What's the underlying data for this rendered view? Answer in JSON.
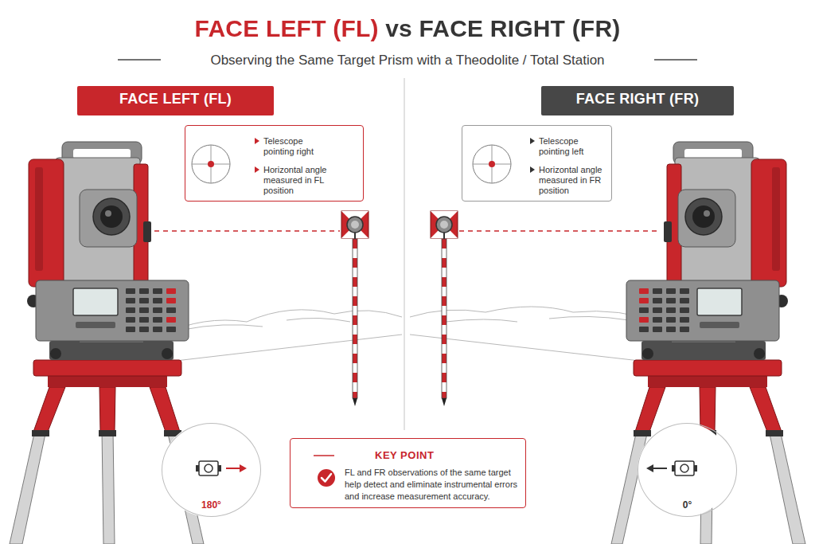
{
  "diagram": {
    "title": "FACE LEFT (FL) vs FACE RIGHT (FR)",
    "caption": "Observing the Same Target Prism with a Theodolite / Total Station",
    "nodes": [
      {
        "text": [
          "FACE LEFT (FL)"
        ]
      },
      {
        "text": [
          "FACE RIGHT (FR)"
        ]
      },
      {
        "text": [
          "Telescope pointing right",
          "Horizontal angle measured in FL position"
        ]
      },
      {
        "text": [
          "Telescope pointing left",
          "Horizontal angle measured in FR position"
        ]
      },
      {
        "text": [
          "180°"
        ]
      },
      {
        "text": [
          "KEY POINT",
          "FL and FR observations of the same target help detect and eliminate instrumental errors and increase measurement accuracy."
        ]
      },
      {
        "text": [
          "0°"
        ]
      }
    ]
  }
}
